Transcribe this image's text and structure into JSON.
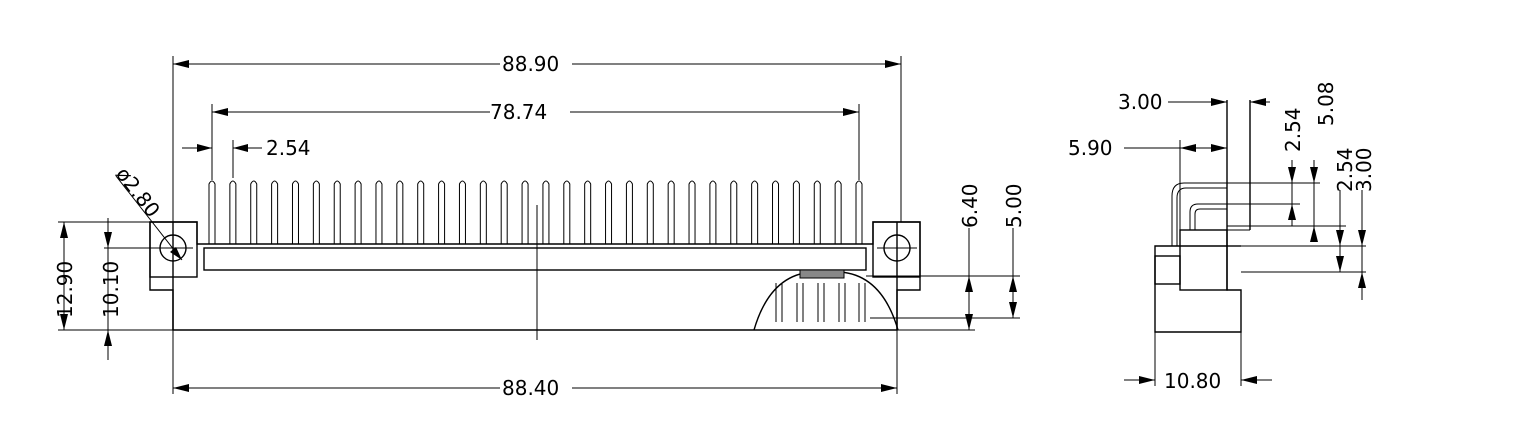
{
  "front_view": {
    "dims": {
      "overall_width": "88.90",
      "pin_span": "78.74",
      "pitch": "2.54",
      "hole_dia": "ø2.80",
      "height_total": "12.90",
      "height_body": "10.10",
      "bottom_width": "88.40",
      "right_a": "6.40",
      "right_b": "5.00"
    },
    "pin_count": 32
  },
  "side_view": {
    "dims": {
      "top_a": "3.00",
      "top_b": "2.54",
      "top_c": "5.08",
      "left_a": "5.90",
      "right_a": "2.54",
      "right_b": "3.00",
      "bottom": "10.80"
    }
  }
}
